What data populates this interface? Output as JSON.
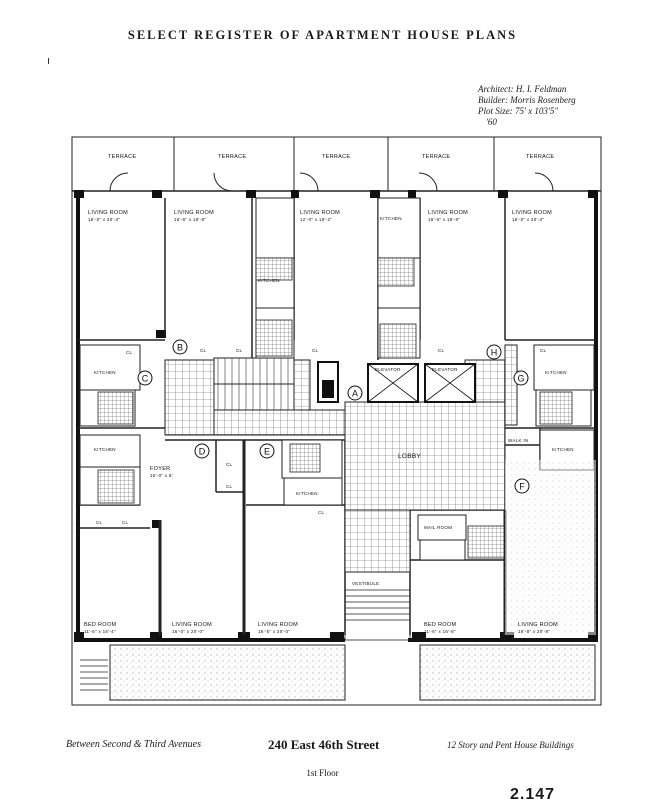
{
  "header": {
    "title": "SELECT REGISTER OF APARTMENT HOUSE PLANS"
  },
  "credits": {
    "architect": "Architect: H. I. Feldman",
    "builder": "Builder: Morris Rosenberg",
    "plot_size": "Plot Size: 75' x 103'5\"",
    "year": "'60"
  },
  "plan": {
    "terraces": [
      "TERRACE",
      "TERRACE",
      "TERRACE",
      "TERRACE",
      "TERRACE"
    ],
    "rooms": {
      "living_1": "LIVING ROOM",
      "living_1_dim": "16'-5\" x 20'-3\"",
      "living_2": "LIVING ROOM",
      "living_2_dim": "16'-6\" x 19'-8\"",
      "living_3": "LIVING ROOM",
      "living_3_dim": "12'-0\" x 19'-2\"",
      "living_4": "LIVING ROOM",
      "living_4_dim": "16'-6\" x 19'-8\"",
      "living_5": "LIVING ROOM",
      "living_5_dim": "16'-5\" x 20'-3\"",
      "kitchen_1": "KITCHEN",
      "kitchen_2": "KITCHEN",
      "kitchen_3": "KITCHEN",
      "kitchen_4": "KITCHEN",
      "kitchen_5": "KITCHEN",
      "kitchen_6": "KITCHEN",
      "kitchen_7": "KITCHEN",
      "foyer": "FOYER",
      "foyer_dim": "15'-0\" x 8'",
      "elevator_1": "ELEVATOR",
      "elevator_2": "ELEVATOR",
      "lobby": "LOBBY",
      "walk_in": "WALK IN",
      "mail_room": "MAIL ROOM",
      "vestibule": "VESTIBULE",
      "bed_1": "BED ROOM",
      "bed_1_dim": "11'-6\" x 16'-4\"",
      "living_b1": "LIVING ROOM",
      "living_b1_dim": "16'-0\" x 20'-0\"",
      "living_b2": "LIVING ROOM",
      "living_b2_dim": "16'-5\" x 20'-0\"",
      "bed_2": "BED ROOM",
      "bed_2_dim": "11'-6\" x 16'-8\"",
      "living_b3": "LIVING ROOM",
      "living_b3_dim": "16'-5\" x 20'-8\""
    },
    "closet_label": "CL",
    "units": [
      "A",
      "B",
      "C",
      "D",
      "E",
      "F",
      "G",
      "H"
    ]
  },
  "footer": {
    "location": "Between Second & Third Avenues",
    "address": "240 East 46th Street",
    "building_type": "12 Story and Pent House Buildings",
    "floor": "1st Floor",
    "plate_number": "2.147"
  },
  "colors": {
    "ink": "#1a1a1a",
    "paper": "#ffffff",
    "hatch": "#555555"
  }
}
